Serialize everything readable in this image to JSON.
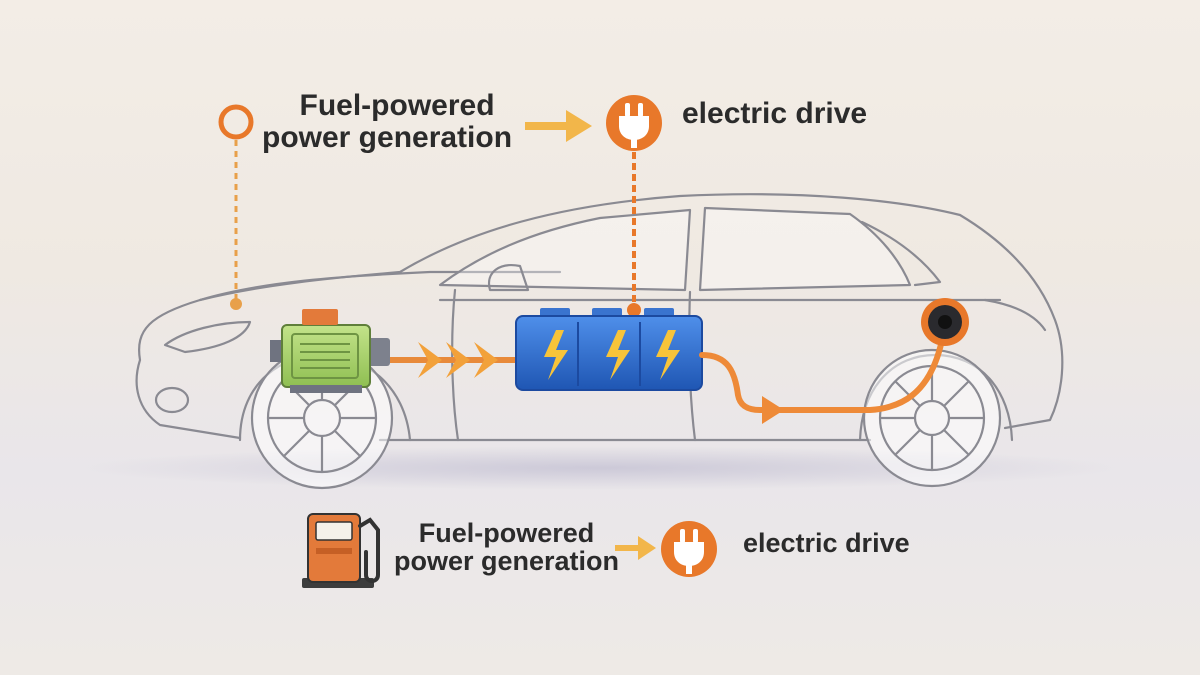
{
  "diagram": {
    "top_flow": {
      "source_label_line1": "Fuel-powered",
      "source_label_line2": "power generation",
      "target_label": "electric drive",
      "source_icon": "ring-marker-icon",
      "target_icon": "plug-icon"
    },
    "bottom_flow": {
      "source_label_line1": "Fuel-powered",
      "source_label_line2": "power generation",
      "target_label": "electric drive",
      "source_icon": "fuel-pump-icon",
      "target_icon": "plug-icon"
    },
    "components": [
      "car-outline",
      "generator-engine",
      "battery-pack",
      "electric-motor"
    ],
    "colors": {
      "accent_orange": "#e8782a",
      "arrow_yellow": "#f2b64a",
      "battery_blue": "#2d6fd1",
      "generator_green": "#a9d46a",
      "outline_gray": "#8a8a92",
      "text_dark": "#2b2b2b"
    }
  }
}
